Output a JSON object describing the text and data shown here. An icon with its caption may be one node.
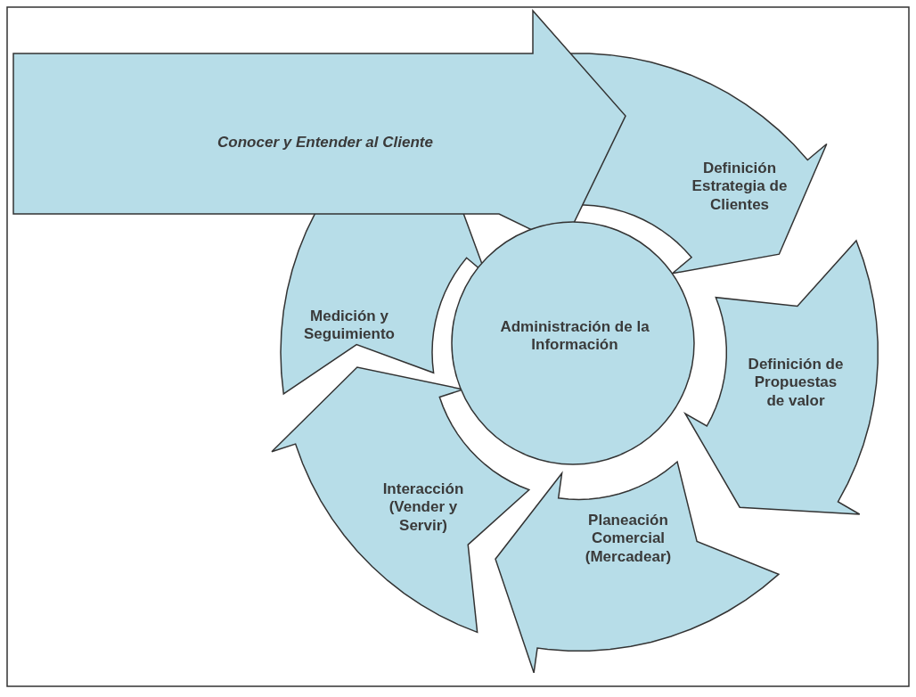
{
  "diagram": {
    "nodes": [
      {
        "text": [
          "Conocer y Entender al Cliente"
        ]
      },
      {
        "text": [
          "Definición Estrategia de Clientes"
        ]
      },
      {
        "text": [
          "Definición de Propuestas de valor"
        ]
      },
      {
        "text": [
          "Planeación Comercial (Mercadear)"
        ]
      },
      {
        "text": [
          "Interacción (Vender y Servir)"
        ]
      },
      {
        "text": [
          "Medición y Seguimiento"
        ]
      },
      {
        "text": [
          "Administración de la Información"
        ]
      }
    ]
  }
}
